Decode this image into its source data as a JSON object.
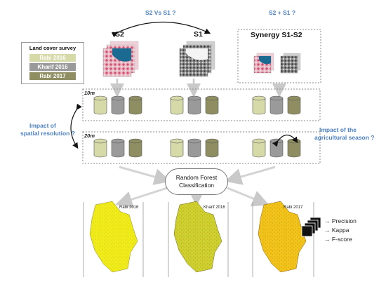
{
  "top_labels": {
    "s2_vs_s1": "S2 Vs S1 ?",
    "s2_plus_s1": "S2 + S1 ?"
  },
  "sources": {
    "s2": "S2",
    "s1": "S1",
    "synergy": "Synergy S1-S2"
  },
  "survey": {
    "title": "Land cover survey",
    "rows": [
      "Rabi 2016",
      "Kharif 2016",
      "Rabi 2017"
    ],
    "colors": [
      "#d6d9a8",
      "#9a9a9a",
      "#8e8e62"
    ]
  },
  "resolutions": {
    "r10": "10m",
    "r20": "20m"
  },
  "side_labels": {
    "spatial": [
      "Impact of",
      "spatial resolution ?"
    ],
    "season": [
      "Impact of the",
      "agricultural season ?"
    ]
  },
  "classifier": {
    "line1": "Random Forest",
    "line2": "Classification"
  },
  "maps": {
    "labels": [
      "Rabi 2016",
      "Kharif 2016",
      "Rabi 2017"
    ],
    "fills": [
      "#f0ec1a",
      "#cfd22e",
      "#f2c41a"
    ]
  },
  "metrics": [
    "→ Precision",
    "→ Kappa",
    "→ F-score"
  ],
  "colors": {
    "accent_blue": "#4a7fc1",
    "dotted_border": "#8a8a8a",
    "arrow_gray": "#c9c9c9"
  }
}
